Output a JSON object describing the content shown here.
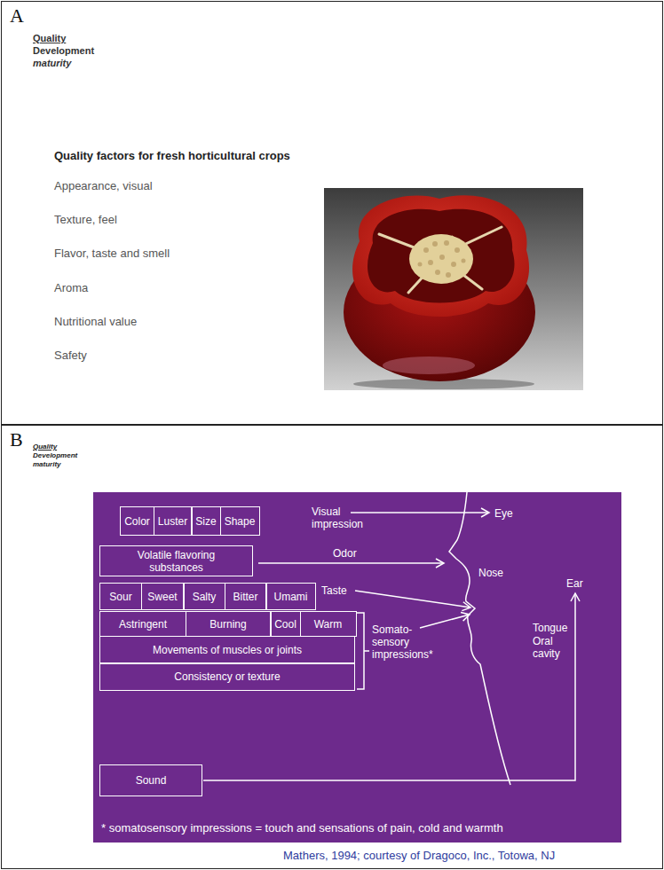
{
  "diagram": {
    "caption": "Mathers, 1994; courtesy of Dragoco, Inc., Totowa, NJ",
    "nodes": [
      {
        "text": [
          "A"
        ]
      },
      {
        "text": [
          "B"
        ]
      },
      {
        "text": [
          "* somatosensory impressions = touch and sensations of pain, cold and warmth"
        ],
        "in": 1
      },
      {
        "text": [
          "Color"
        ],
        "in": 2
      },
      {
        "text": [
          "Luster"
        ],
        "in": 2
      },
      {
        "text": [
          "Size"
        ],
        "in": 2
      },
      {
        "text": [
          "Shape"
        ],
        "in": 2
      },
      {
        "text": [
          "Volatile flavoring substances"
        ],
        "in": 2
      },
      {
        "text": [
          "Sour"
        ],
        "in": 2
      },
      {
        "text": [
          "Sweet"
        ],
        "in": 2
      },
      {
        "text": [
          "Salty"
        ],
        "in": 2
      },
      {
        "text": [
          "Bitter"
        ],
        "in": 2
      },
      {
        "text": [
          "Umami"
        ],
        "in": 2
      },
      {
        "text": [
          "Astringent"
        ],
        "in": 2
      },
      {
        "text": [
          "Burning"
        ],
        "in": 2
      },
      {
        "text": [
          "Cool"
        ],
        "in": 2
      },
      {
        "text": [
          "Warm"
        ],
        "in": 2
      },
      {
        "text": [
          "Movements of muscles or joints"
        ],
        "in": 2
      },
      {
        "text": [
          "Consistency or texture"
        ],
        "in": 2
      },
      {
        "text": [
          "Sound"
        ],
        "in": 2
      }
    ],
    "labels": [
      "Quality",
      "Development",
      "maturity",
      "Quality factors for fresh horticultural crops",
      "Appearance, visual",
      "Texture, feel",
      "Flavor, taste and smell",
      "Aroma",
      "Nutritional value",
      "Safety",
      "Quality",
      "Development",
      "maturity",
      "Visual impression",
      "Eye",
      "Odor",
      "Nose",
      "Taste",
      "Tongue",
      "Oral cavity",
      "Ear",
      "Somato-sensory impressions*"
    ]
  }
}
